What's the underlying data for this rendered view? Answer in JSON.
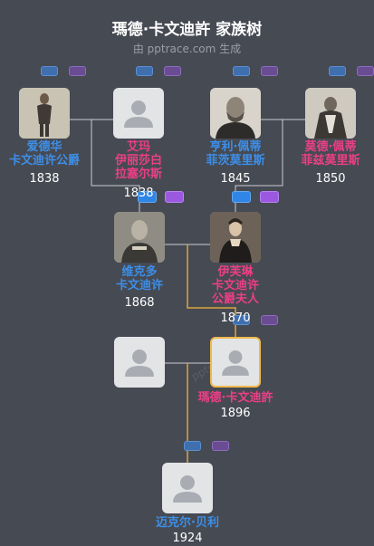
{
  "title": "瑪德·卡文迪許 家族树",
  "subtitle": "由 pptrace.com 生成",
  "watermark": "pptrace.com",
  "colors": {
    "male": "#3d8fe8",
    "female": "#ec3f86",
    "line": "#d9a441",
    "line_plain": "#c9ccd2",
    "focus_border": "#f0b94a"
  },
  "people": {
    "edward": {
      "name": [
        "爱德华",
        "卡文迪许公爵"
      ],
      "year": "1838",
      "gender": "male",
      "icon": "portrait-photo"
    },
    "emma": {
      "name": [
        "艾玛",
        "伊丽莎白",
        "拉塞尔斯"
      ],
      "year": "1838",
      "gender": "female",
      "icon": "person-silhouette"
    },
    "henry": {
      "name": [
        "亨利·佩蒂",
        "菲茨莫里斯"
      ],
      "year": "1845",
      "gender": "male",
      "icon": "portrait-photo"
    },
    "maud": {
      "name": [
        "莫德·佩蒂",
        "菲兹莫里斯"
      ],
      "year": "1850",
      "gender": "female",
      "icon": "portrait-photo"
    },
    "victor": {
      "name": [
        "维克多",
        "卡文迪许"
      ],
      "year": "1868",
      "gender": "male",
      "icon": "portrait-photo"
    },
    "evelyn": {
      "name": [
        "伊芙琳",
        "卡文迪许",
        "公爵夫人"
      ],
      "year": "1870",
      "gender": "female",
      "icon": "portrait-photo"
    },
    "spouse": {
      "name": [],
      "year": "",
      "gender": "male",
      "icon": "person-silhouette"
    },
    "madeline": {
      "name": [
        "瑪德·卡文迪許"
      ],
      "year": "1896",
      "gender": "female",
      "icon": "person-silhouette"
    },
    "michael": {
      "name": [
        "迈克尔·贝利"
      ],
      "year": "1924",
      "gender": "male",
      "icon": "person-silhouette"
    }
  }
}
